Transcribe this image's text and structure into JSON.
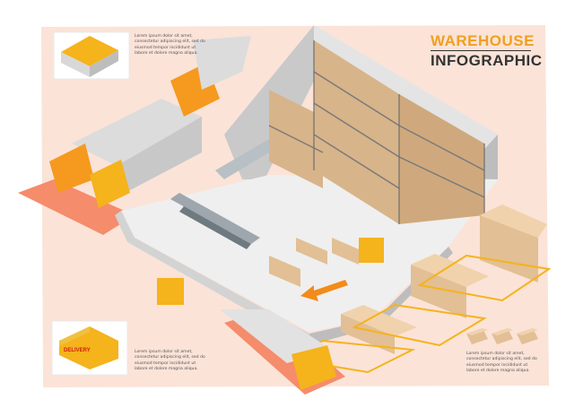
{
  "title": {
    "line1": "WAREHOUSE",
    "line2": "INFOGRAPHIC"
  },
  "captions": {
    "top_left": [
      "Lorem ipsum dolor sit amet,",
      "consectetur adipiscing elit, sed do",
      "eiusmod tempor incididunt ut",
      "labore et dolore magna aliqua."
    ],
    "bottom_left": [
      "Lorem ipsum dolor sit amet,",
      "consectetur adipiscing elit, sed do",
      "eiusmod tempor incididunt ut",
      "labore et dolore magna aliqua."
    ],
    "bottom_right": [
      "Lorem ipsum dolor sit amet,",
      "consectetur adipiscing elit, sed do",
      "eiusmod tempor incididunt ut",
      "labore et dolore magna aliqua."
    ]
  },
  "van_label": "DELIVERY",
  "colors": {
    "accent_yellow": "#f5b31c",
    "cab_orange": "#f59a1e",
    "wall_pink": "#f9dcd0",
    "road_salmon": "#f58c6b",
    "floor": "#efefef",
    "box": "#e9c9a0",
    "arrow": "#f28b1a",
    "shelf": "#8a8a8a",
    "worker_vest": "#f5a623",
    "text_dark": "#333333"
  },
  "icons": [
    "warehouse-building-icon",
    "delivery-van-icon",
    "boxes-icon",
    "direction-arrow-icon"
  ]
}
